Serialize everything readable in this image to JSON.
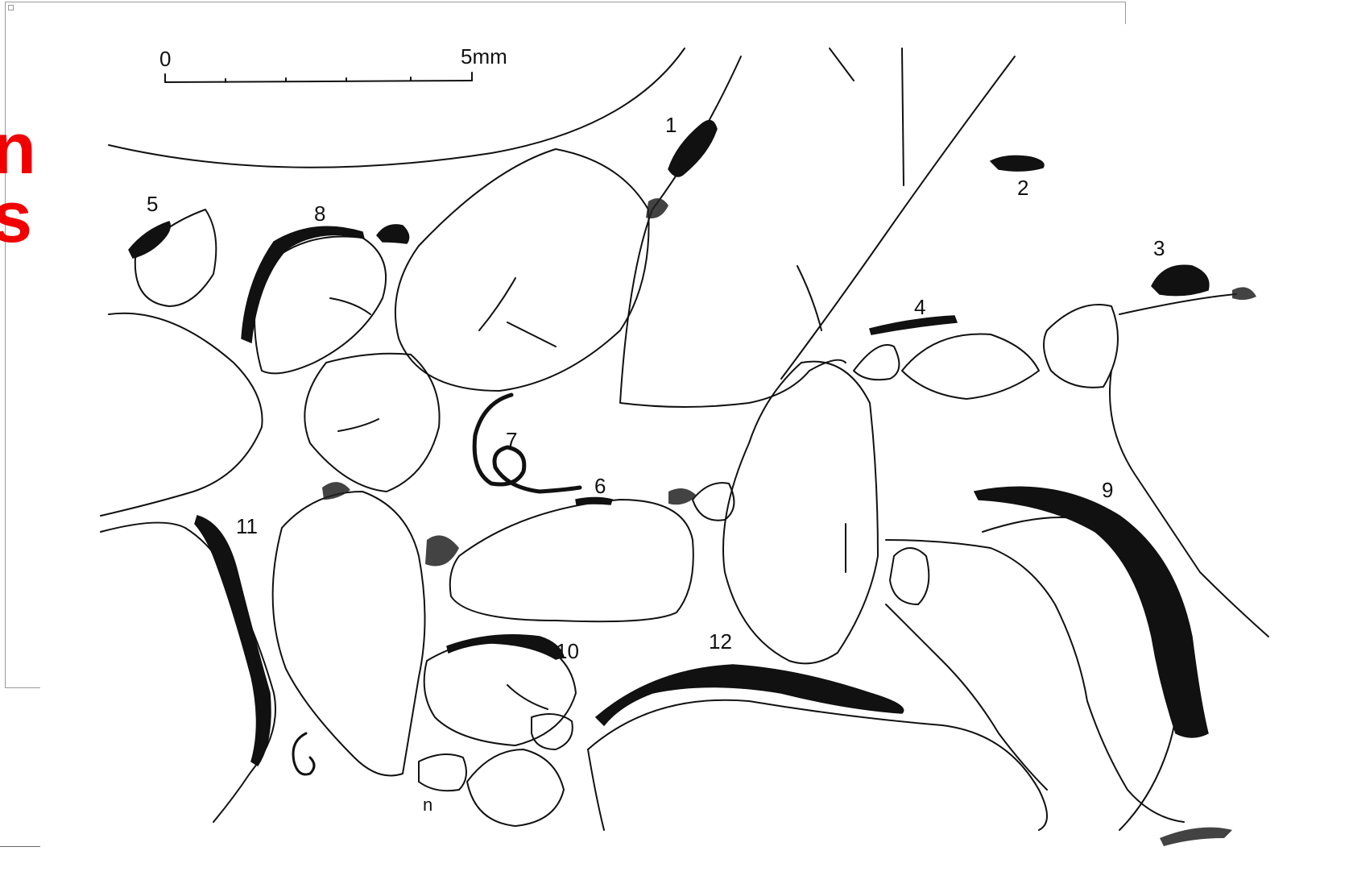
{
  "background_window": {
    "title": "",
    "red_text": [
      "n",
      "s"
    ]
  },
  "figure": {
    "scale_bar": {
      "start_label": "0",
      "end_label": "5mm"
    },
    "labels": [
      "1",
      "2",
      "3",
      "4",
      "5",
      "6",
      "7",
      "8",
      "9",
      "10",
      "11",
      "12",
      "n"
    ]
  }
}
